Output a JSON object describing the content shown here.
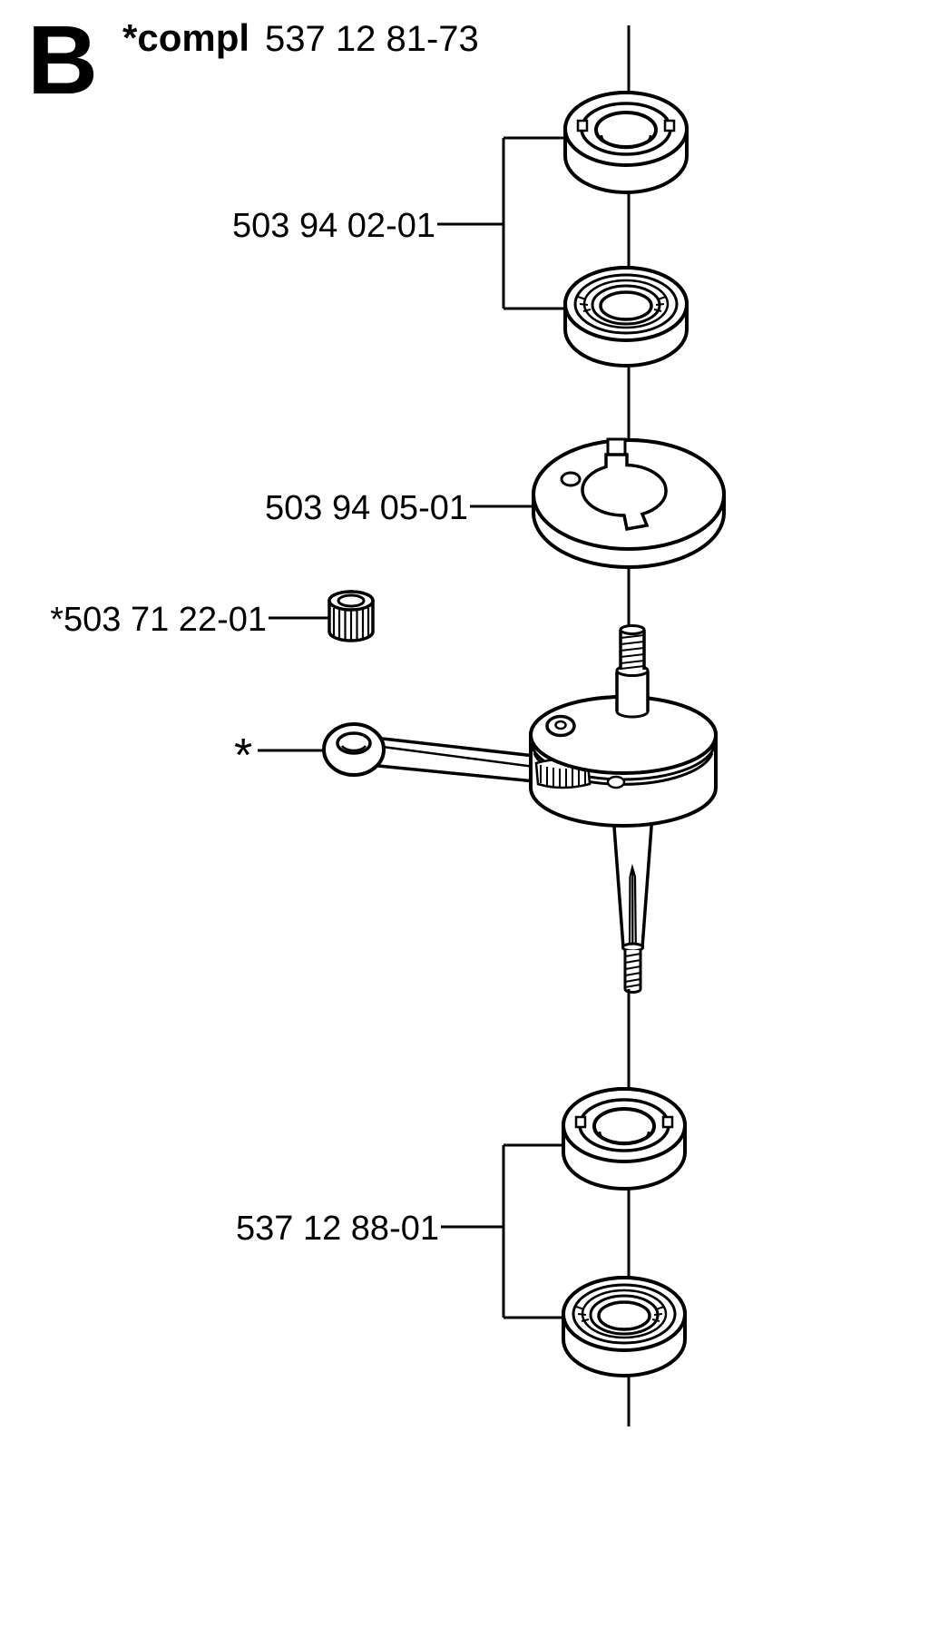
{
  "page": {
    "section_letter": "B",
    "assembly_prefix": "*compl",
    "assembly_number": "537 12 81-73"
  },
  "labels": {
    "bearings_top": "503 94 02-01",
    "clutch_washer": "503 94 05-01",
    "needle_bearing": "*503 71 22-01",
    "connecting_rod_marker": "*",
    "bearings_bottom": "537 12 88-01"
  },
  "colors": {
    "ink": "#000000",
    "background": "#ffffff"
  }
}
